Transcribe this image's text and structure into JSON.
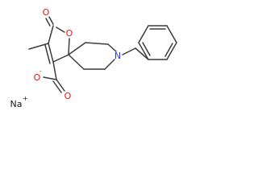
{
  "molecule": {
    "atoms": {
      "carbonyl_oxygen": "O",
      "ring_oxygen": "O",
      "carboxylate_oxygen_single": "O",
      "carboxylate_oxygen_double": "O",
      "piperidine_nitrogen": "N",
      "counterion": "Na"
    },
    "charges": {
      "carboxylate": "-",
      "counterion": "+"
    },
    "colors": {
      "bond": "#3c3c3c",
      "oxygen": "#e8130f",
      "nitrogen": "#1a3cff",
      "text": "#1a1a1a",
      "background": "#ffffff"
    }
  }
}
